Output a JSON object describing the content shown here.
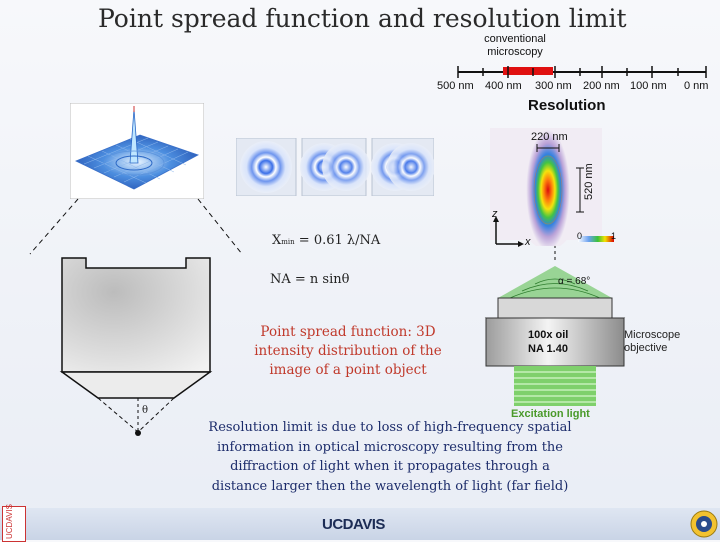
{
  "title": "Point spread function and resolution limit",
  "scale": {
    "conventional_label": "conventional microscopy",
    "ticks": [
      "500 nm",
      "400 nm",
      "300 nm",
      "200 nm",
      "100 nm",
      "0 nm"
    ],
    "title": "Resolution"
  },
  "psf_image": {
    "width_label": "220 nm",
    "height_label": "520 nm",
    "axis_z": "z",
    "axis_x": "x",
    "colorbar_min": "0",
    "colorbar_max": "1"
  },
  "formulas": {
    "xmin": "X",
    "xmin_sub": "min",
    "xmin_rhs": "= 0.61 λ/NA",
    "na": "NA = n sinθ"
  },
  "psf_definition": "Point spread function: 3D intensity distribution of the image of a point object",
  "objective": {
    "angle_label": "α = 68°",
    "line1": "100x oil",
    "line2": "NA 1.40",
    "side_label_1": "Microscope",
    "side_label_2": "objective",
    "excitation": "Excitation light"
  },
  "cone_angle": "θ",
  "bottom_text": "Resolution limit is due to loss of high-frequency spatial information in optical microscopy resulting from the diffraction of light when it propagates through a distance larger then the wavelength of light (far field)",
  "footer": {
    "logo_text": "UCDAVIS",
    "side_badge": "UCDAVIS"
  }
}
